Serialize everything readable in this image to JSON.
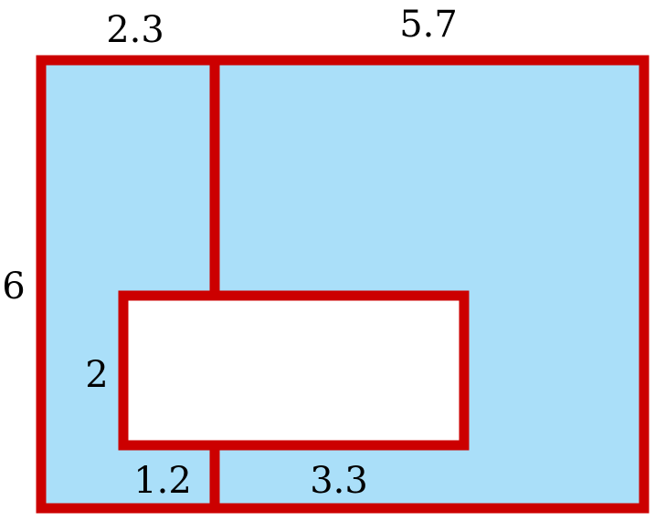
{
  "diagram": {
    "colors": {
      "fill": "#aadff9",
      "stroke": "#cc0000",
      "hole_fill": "#ffffff",
      "text": "#000000"
    },
    "labels": {
      "top_left_width": "2.3",
      "top_right_width": "5.7",
      "total_height": "6",
      "hole_height": "2",
      "bottom_left_segment": "1.2",
      "bottom_right_segment": "3.3"
    }
  }
}
